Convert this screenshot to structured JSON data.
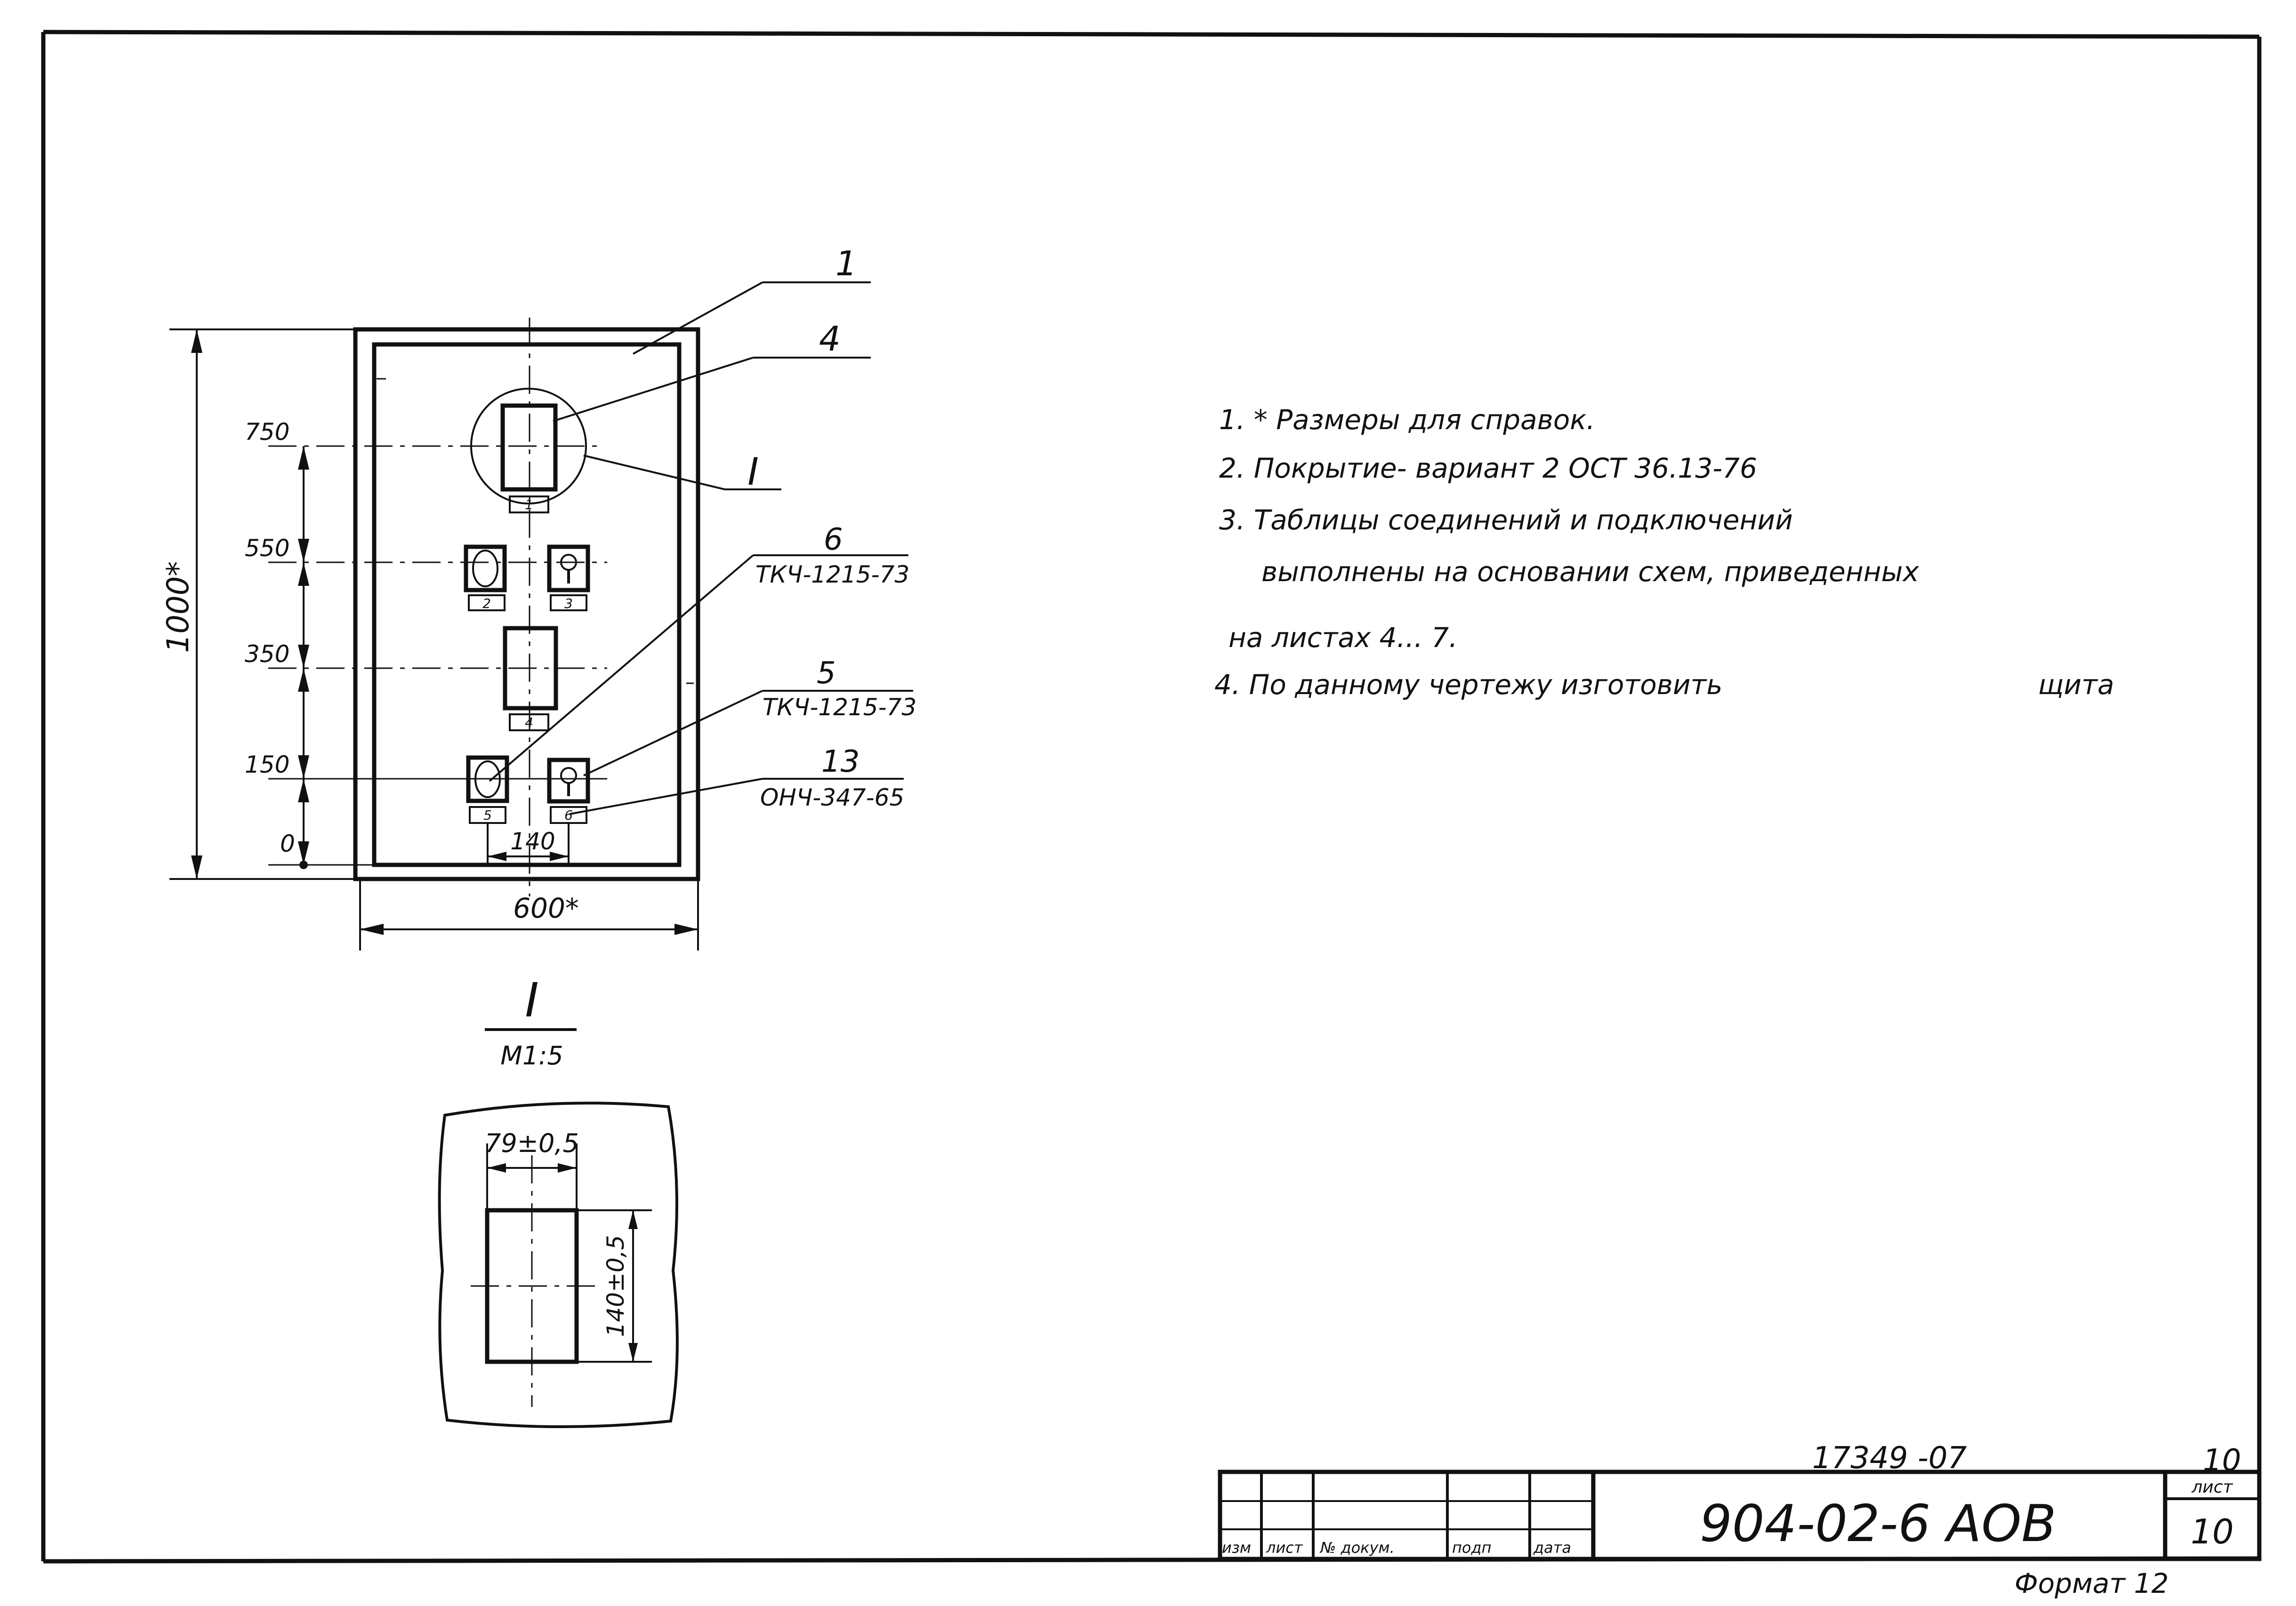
{
  "drawing": {
    "leaders": {
      "p1": "1",
      "p4": "4",
      "detail_ref": "I",
      "p6": "6",
      "p6_spec": "ТКЧ-1215-73",
      "p5": "5",
      "p5_spec": "ТКЧ-1215-73",
      "p13": "13",
      "p13_spec": "ОНЧ-347-65"
    },
    "levels": [
      "750",
      "550",
      "350",
      "150",
      "0"
    ],
    "dims": {
      "height": "1000*",
      "width": "600*",
      "spacing": "140"
    },
    "tags": [
      "1",
      "2",
      "3",
      "4",
      "5",
      "6"
    ]
  },
  "detail": {
    "title": "I",
    "scale": "М1:5",
    "width_dim": "79±0,5",
    "height_dim": "140±0,5"
  },
  "notes": [
    "1. * Размеры для справок.",
    "2. Покрытие- вариант 2  ОСТ 36.13-76",
    "3. Таблицы соединений и подключений",
    "выполнены на основании схем, приведенных",
    "на листах  4... 7.",
    "4. По данному  чертежу   изготовить",
    "щита"
  ],
  "title_block": {
    "archive_no": "17349 -07",
    "page_top": "10",
    "doc_code": "904-02-6  АОВ",
    "sheet_label": "лист",
    "sheet_no": "10",
    "headers": [
      "изм",
      "лист",
      "№ докум.",
      "подп",
      "дата"
    ],
    "format": "Формат 12"
  }
}
